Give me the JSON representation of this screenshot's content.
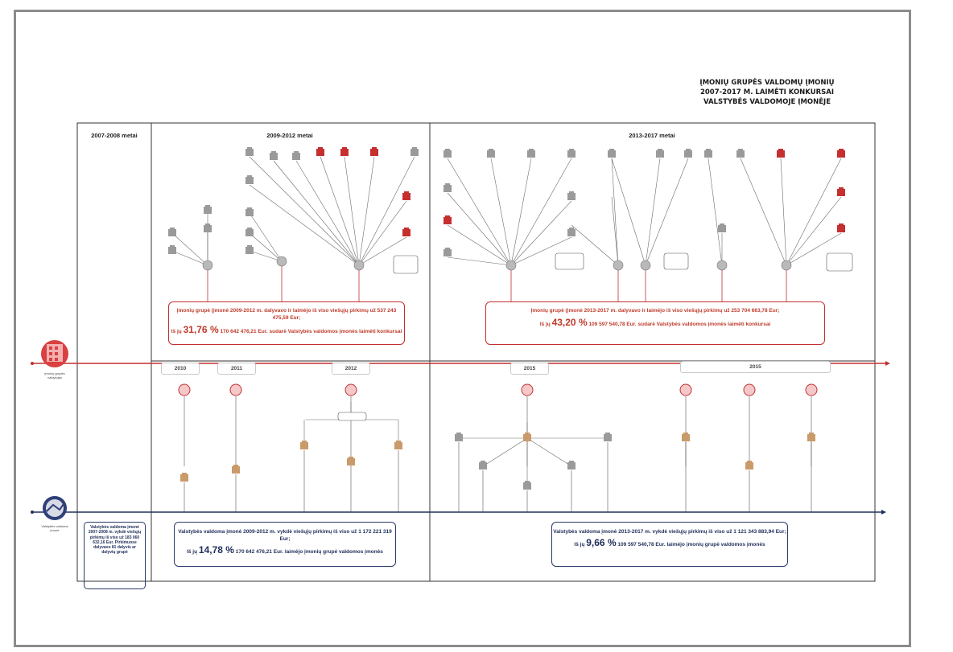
{
  "title_lines": [
    "ĮMONIŲ GRUPĖS VALDOMŲ ĮMONIŲ",
    "2007-2017 M. LAIMĖTI KONKURSAI",
    "VALSTYBĖS VALDOMOJE ĮMONĖJE"
  ],
  "periods": [
    "2007-2008 metai",
    "2009-2012 metai",
    "2013-2017 metai"
  ],
  "year_labels": [
    "2010",
    "2011",
    "2012",
    "2015",
    "2015"
  ],
  "group_box_left": {
    "line1": "Įmonių grupė (įmonė 2009-2012 m. dalyvavo ir laimėjo iš viso viešųjų pirkimų už 537 243 475,59 Eur;",
    "prefix": "Iš jų",
    "percent": "31,76 %",
    "rest": "170 642 476,21 Eur. sudarė Valstybės valdomos įmonės laimėti konkursai"
  },
  "group_box_right": {
    "line1": "Įmonių grupė (įmonė 2013-2017 m. dalyvavo ir laimėjo iš viso viešųjų pirkimų už 253 704 663,78 Eur;",
    "prefix": "Iš jų",
    "percent": "43,20 %",
    "rest": "109 597 540,78 Eur. sudarė Valstybės valdomos įmonės laimėti konkursai"
  },
  "state_box_left": {
    "line1": "Valstybės valdoma įmonė 2009-2012 m. vykdė viešųjų pirkimų iš viso už 1 172 221 319 Eur;",
    "prefix": "Iš jų",
    "percent": "14,78 %",
    "rest": "170 642 476,21 Eur. laimėjo įmonių grupė valdomos įmonės"
  },
  "state_box_right": {
    "line1": "Valstybės valdoma įmonė 2013-2017 m. vykdė viešųjų pirkimų iš viso už 1 121 343 883,94 Eur;",
    "prefix": "Iš jų",
    "percent": "9,66 %",
    "rest": "109 597 540,78 Eur. laimėjo įmonių grupė valdomos įmonės"
  },
  "left_note": "Valstybės valdoma įmonė 2007-2008 m. vykdė viešųjų pirkimų iš viso už 183 060 632,16 Eur. Pirkimuose dalyvavo 81 dalyvis ar dalyvių grupė",
  "group_icon_label": "Įmonių grupės valdytojas",
  "state_icon_label": "Valstybės valdoma įmonė",
  "colors": {
    "red": "#c62f2f",
    "navy": "#22305c",
    "frame": "#8c8c8c",
    "gray_icon": "#9a9a9a"
  }
}
